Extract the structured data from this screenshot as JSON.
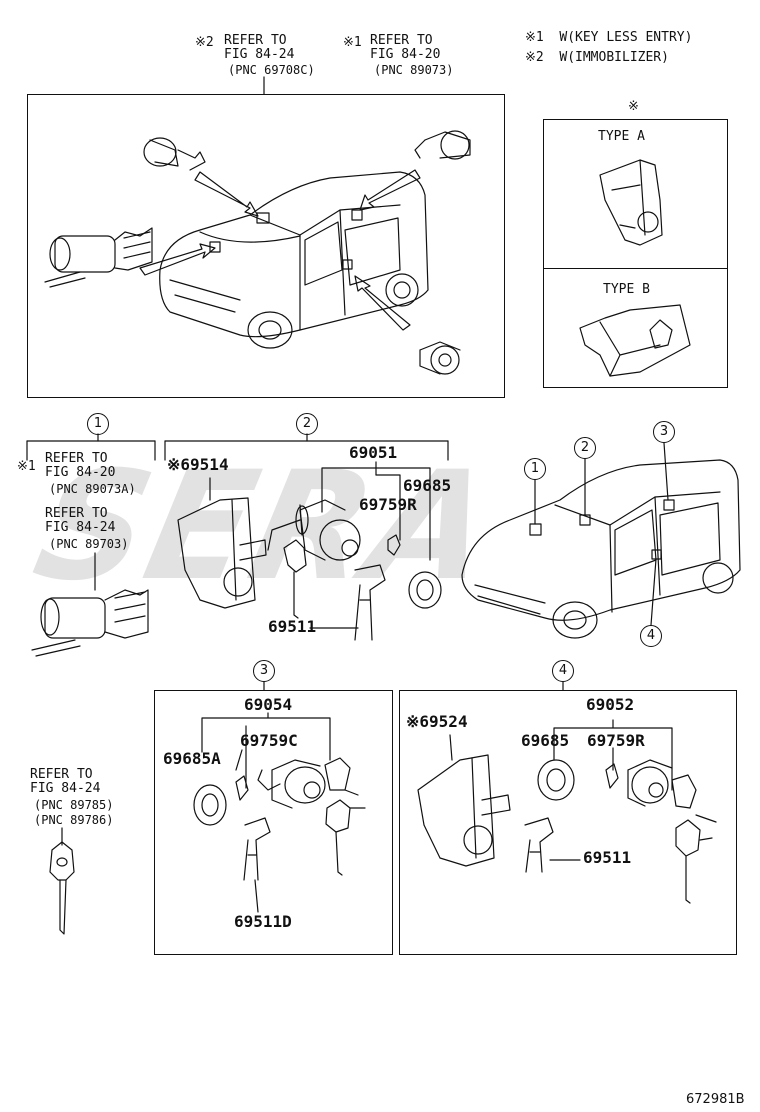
{
  "top_refs": {
    "ref2": {
      "mark": "※2",
      "line1": "REFER TO",
      "line2": "FIG 84-24",
      "line3": "(PNC 69708C)"
    },
    "ref1": {
      "mark": "※1",
      "line1": "REFER TO",
      "line2": "FIG 84-20",
      "line3": "(PNC 89073)"
    }
  },
  "legend": {
    "note1": "※1  W(KEY LESS ENTRY)",
    "note2": "※2  W(IMMOBILIZER)"
  },
  "type_panel": {
    "mark": "※",
    "type_a": "TYPE A",
    "type_b": "TYPE B"
  },
  "sections": {
    "s1": {
      "num": "1",
      "mark": "※1",
      "ref1_l1": "REFER TO",
      "ref1_l2": "FIG 84-20",
      "ref1_l3": "(PNC 89073A)",
      "ref2_l1": "REFER TO",
      "ref2_l2": "FIG 84-24",
      "ref2_l3": "(PNC 89703)"
    },
    "s2": {
      "num": "2",
      "p69514": "※69514",
      "p69051": "69051",
      "p69685": "69685",
      "p69759": "69759R",
      "p69511": "69511"
    },
    "s3": {
      "num": "3",
      "p69054": "69054",
      "p69759": "69759C",
      "p69685": "69685A",
      "p69511": "69511D"
    },
    "s4": {
      "num": "4",
      "p69524": "※69524",
      "p69052": "69052",
      "p69685": "69685",
      "p69759": "69759R",
      "p69511": "69511"
    }
  },
  "car_callouts": [
    "1",
    "2",
    "3",
    "4"
  ],
  "key_ref": {
    "line1": "REFER TO",
    "line2": "FIG 84-24",
    "line3": "(PNC 89785)",
    "line4": "(PNC 89786)"
  },
  "watermark": "SERA",
  "footer": {
    "code": "672981B"
  }
}
